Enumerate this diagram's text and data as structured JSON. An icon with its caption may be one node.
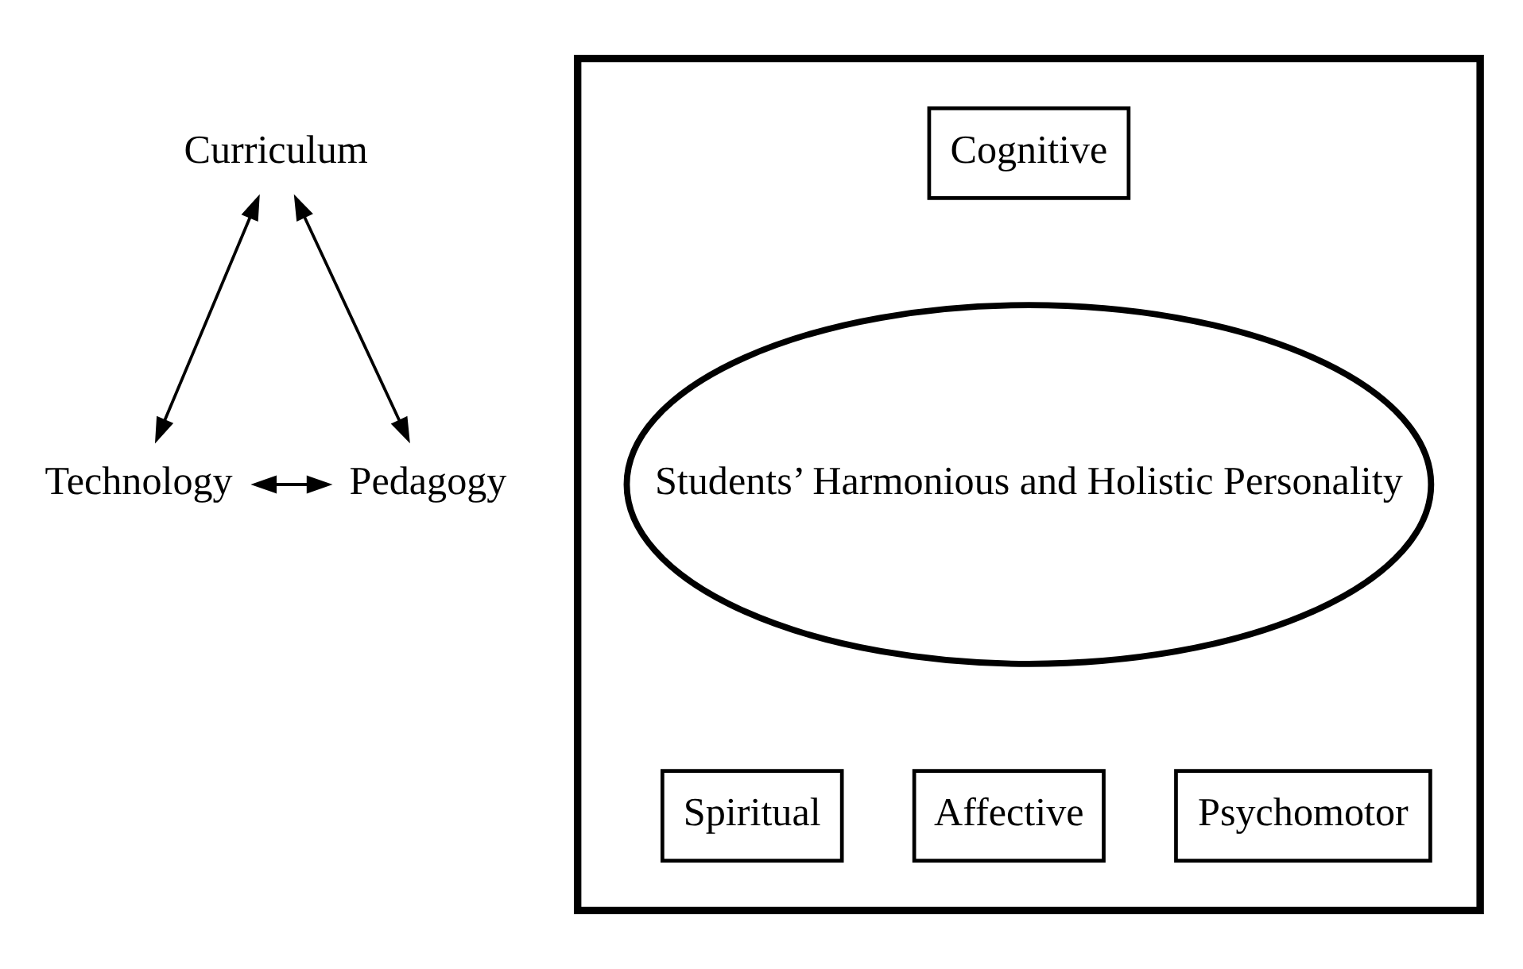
{
  "diagram": {
    "nodes": [
      {
        "text": [
          "Curriculum"
        ]
      },
      {
        "text": [],
        "shape": "triangle"
      },
      {
        "text": [
          "Cognitive"
        ],
        "in": 1
      },
      {
        "text": [
          "Students’ Harmonious and Holistic Personality"
        ],
        "in": 1
      },
      {
        "text": [
          "Spiritual"
        ],
        "in": 1
      },
      {
        "text": [
          "Affective"
        ],
        "in": 1
      },
      {
        "text": [
          "Psychomotor"
        ],
        "in": 1
      },
      {
        "text": [
          "Technology"
        ]
      },
      {
        "text": [
          "Pedagogy"
        ]
      }
    ],
    "edges": [
      {
        "from": 0,
        "to": 7,
        "arrow": "both"
      },
      {
        "from": 0,
        "to": 8,
        "arrow": "both"
      },
      {
        "from": 7,
        "to": 8,
        "arrow": "both"
      }
    ]
  }
}
